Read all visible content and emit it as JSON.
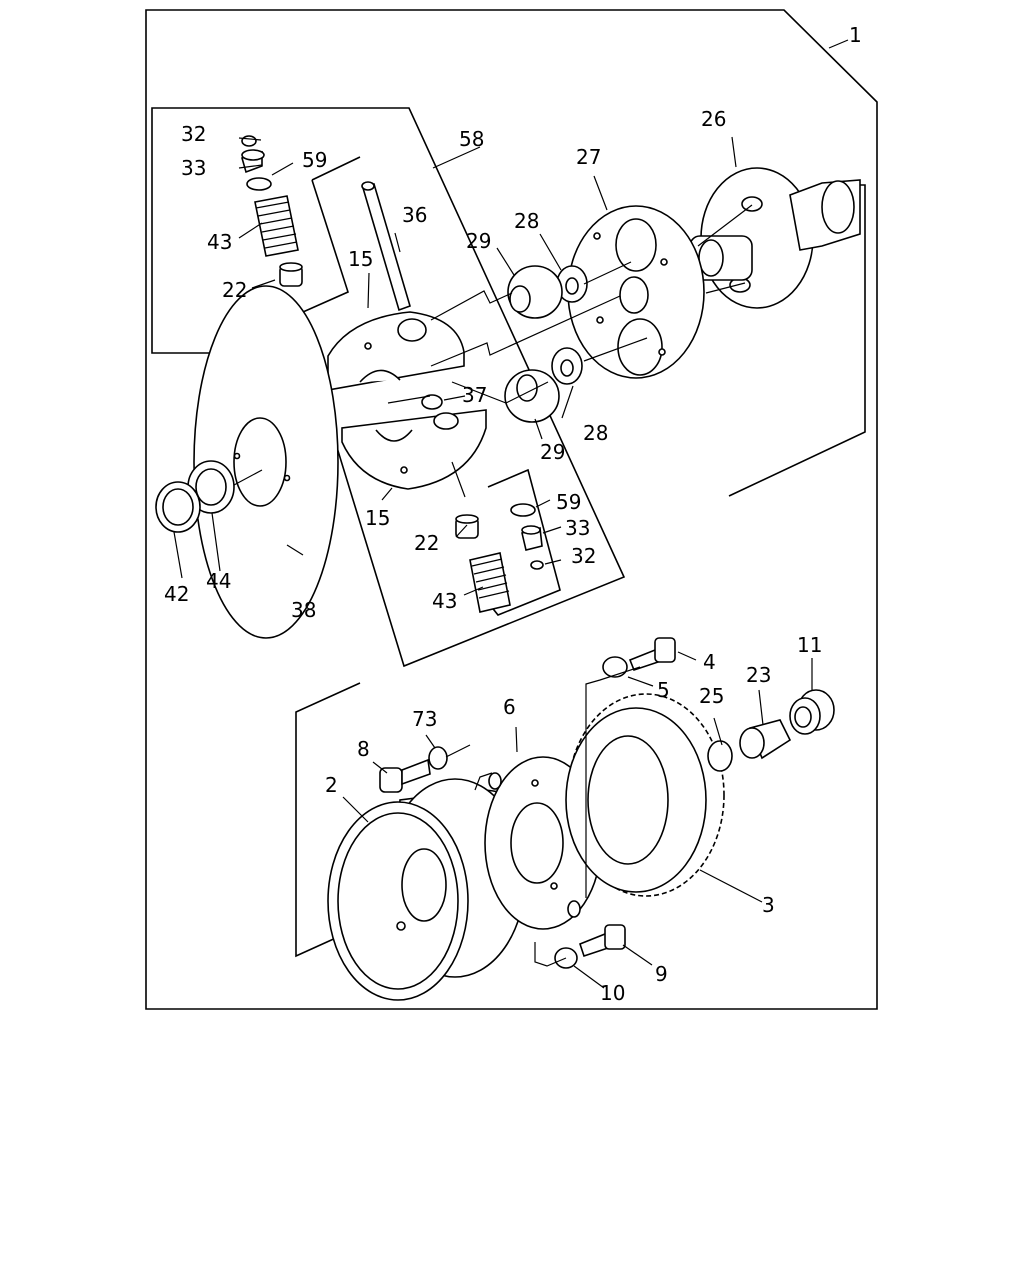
{
  "diagram": {
    "callouts": [
      {
        "id": "1",
        "text": "1"
      },
      {
        "id": "2",
        "text": "2"
      },
      {
        "id": "3",
        "text": "3"
      },
      {
        "id": "4",
        "text": "4"
      },
      {
        "id": "5",
        "text": "5"
      },
      {
        "id": "6",
        "text": "6"
      },
      {
        "id": "8",
        "text": "8"
      },
      {
        "id": "9",
        "text": "9"
      },
      {
        "id": "10",
        "text": "10"
      },
      {
        "id": "11",
        "text": "11"
      },
      {
        "id": "15a",
        "text": "15"
      },
      {
        "id": "15b",
        "text": "15"
      },
      {
        "id": "22a",
        "text": "22"
      },
      {
        "id": "22b",
        "text": "22"
      },
      {
        "id": "23",
        "text": "23"
      },
      {
        "id": "25",
        "text": "25"
      },
      {
        "id": "26",
        "text": "26"
      },
      {
        "id": "27",
        "text": "27"
      },
      {
        "id": "28a",
        "text": "28"
      },
      {
        "id": "28b",
        "text": "28"
      },
      {
        "id": "29a",
        "text": "29"
      },
      {
        "id": "29b",
        "text": "29"
      },
      {
        "id": "32a",
        "text": "32"
      },
      {
        "id": "32b",
        "text": "32"
      },
      {
        "id": "33a",
        "text": "33"
      },
      {
        "id": "33b",
        "text": "33"
      },
      {
        "id": "36",
        "text": "36"
      },
      {
        "id": "37",
        "text": "37"
      },
      {
        "id": "38",
        "text": "38"
      },
      {
        "id": "42",
        "text": "42"
      },
      {
        "id": "43a",
        "text": "43"
      },
      {
        "id": "43b",
        "text": "43"
      },
      {
        "id": "44",
        "text": "44"
      },
      {
        "id": "58",
        "text": "58"
      },
      {
        "id": "59a",
        "text": "59"
      },
      {
        "id": "59b",
        "text": "59"
      },
      {
        "id": "73",
        "text": "73"
      }
    ]
  }
}
